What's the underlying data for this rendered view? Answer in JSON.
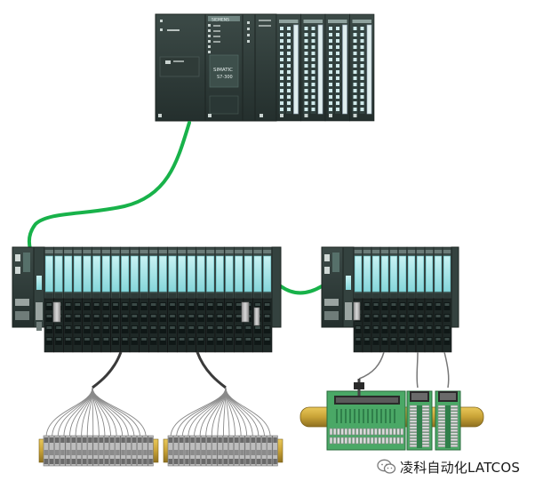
{
  "plc": {
    "cpu_brand_text": "SIEMENS",
    "cpu_label_line1": "SIMATIC",
    "cpu_label_line2": "S7-300",
    "module_count": 4
  },
  "remote_io": {
    "left_station_modules": 24,
    "right_station_modules": 11
  },
  "terminal_blocks": {
    "left_count": 2
  },
  "watermark": {
    "text": "凌科自动化LATCOS"
  },
  "colors": {
    "network_cable": "#18b24a",
    "module_teal": "#9fe3e6",
    "housing_dark": "#2a3a36",
    "rail_gold": "#c8a236",
    "breakout_board": "#3c9e5a"
  }
}
